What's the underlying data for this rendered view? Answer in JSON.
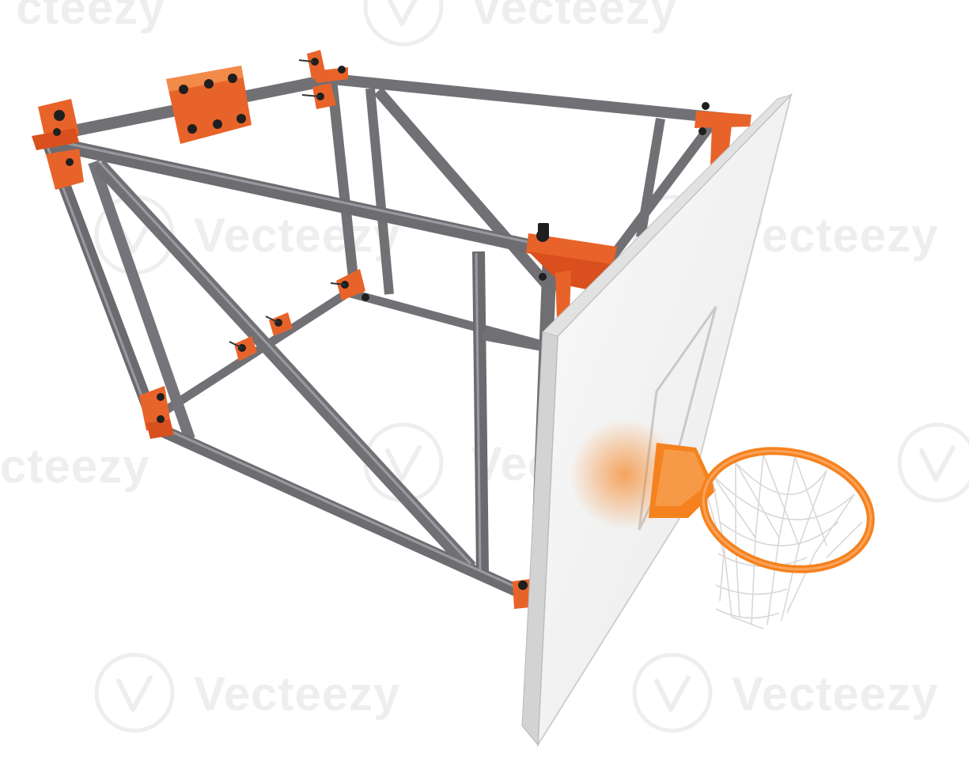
{
  "watermark": {
    "brand": "Vecteezy",
    "brand_partial_left": "cteezy",
    "brand_partial_right": "Vecteezy"
  },
  "colors": {
    "frame_steel": "#6f6f73",
    "frame_highlight": "#9a9aa0",
    "bracket_orange": "#e8632a",
    "bracket_orange_light": "#f28a4a",
    "rim_orange": "#f5821f",
    "backboard": "#f4f4f4",
    "backboard_edge": "#d7d7d7",
    "net": "#dcdcdc"
  },
  "scene": {
    "subject": "basketball-hoop-frame",
    "parts": [
      "steel-frame",
      "orange-brackets",
      "backboard",
      "rim",
      "net"
    ]
  }
}
